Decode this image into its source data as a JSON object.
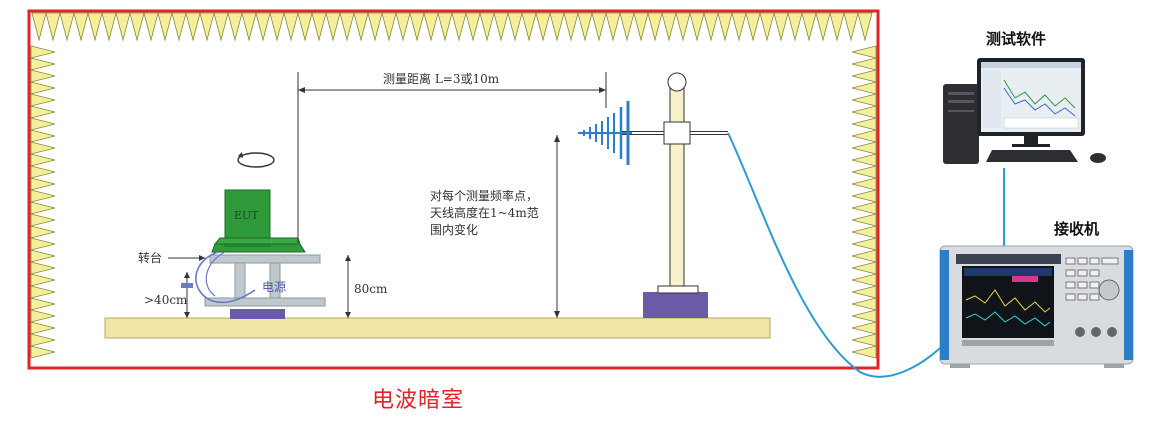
{
  "labels": {
    "distance": "测量距离 L=3或10m",
    "height_note": [
      "对每个测量频率点，",
      "天线高度在1~4m范",
      "围内变化"
    ],
    "turntable": "转台",
    "table_height": "80cm",
    "ground_height": ">40cm",
    "eut": "EUT",
    "cable": "电源",
    "chamber": "电波暗室",
    "software": "测试软件",
    "receiver": "接收机"
  },
  "colors": {
    "chamber_border": "#e0242a",
    "absorber_fill": "#f4ef9a",
    "absorber_stroke": "#8a8a3a",
    "floor": "#f1e4a6",
    "eut": "#2e9a3a",
    "table": "#bfc8cc",
    "base": "#6a5aa8",
    "antenna": "#2a7fc8",
    "cable": "#2a9ad8"
  }
}
